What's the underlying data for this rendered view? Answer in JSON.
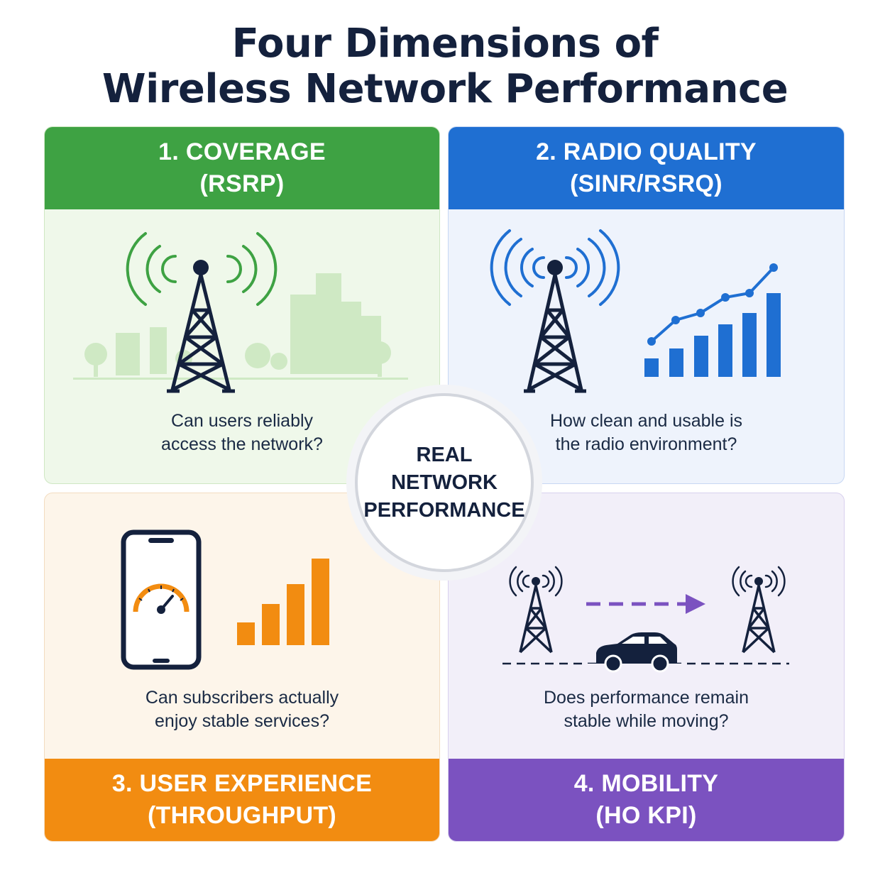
{
  "title": {
    "line1": "Four Dimensions of",
    "line2": "Wireless Network Performance"
  },
  "center": {
    "line1": "REAL",
    "line2": "NETWORK",
    "line3": "PERFORMANCE"
  },
  "panels": [
    {
      "heading_line1": "1. COVERAGE",
      "heading_line2": "(RSRP)",
      "question_line1": "Can users reliably",
      "question_line2": "access the network?",
      "color": "#3ea243",
      "icons": [
        "cell-tower-icon",
        "city-skyline-icon"
      ]
    },
    {
      "heading_line1": "2. RADIO QUALITY",
      "heading_line2": "(SINR/RSRQ)",
      "question_line1": "How clean and usable is",
      "question_line2": "the radio environment?",
      "color": "#1f6fd2",
      "icons": [
        "cell-tower-icon",
        "rising-bar-chart-icon"
      ]
    },
    {
      "heading_line1": "3. USER EXPERIENCE",
      "heading_line2": "(THROUGHPUT)",
      "question_line1": "Can subscribers actually",
      "question_line2": "enjoy stable services?",
      "color": "#f28c11",
      "icons": [
        "smartphone-speedometer-icon",
        "signal-bars-icon"
      ]
    },
    {
      "heading_line1": "4. MOBILITY",
      "heading_line2": "(HO KPI)",
      "question_line1": "Does performance remain",
      "question_line2": "stable while moving?",
      "color": "#7b52c0",
      "icons": [
        "cell-tower-icon",
        "car-icon",
        "handover-arrow-icon"
      ]
    }
  ]
}
